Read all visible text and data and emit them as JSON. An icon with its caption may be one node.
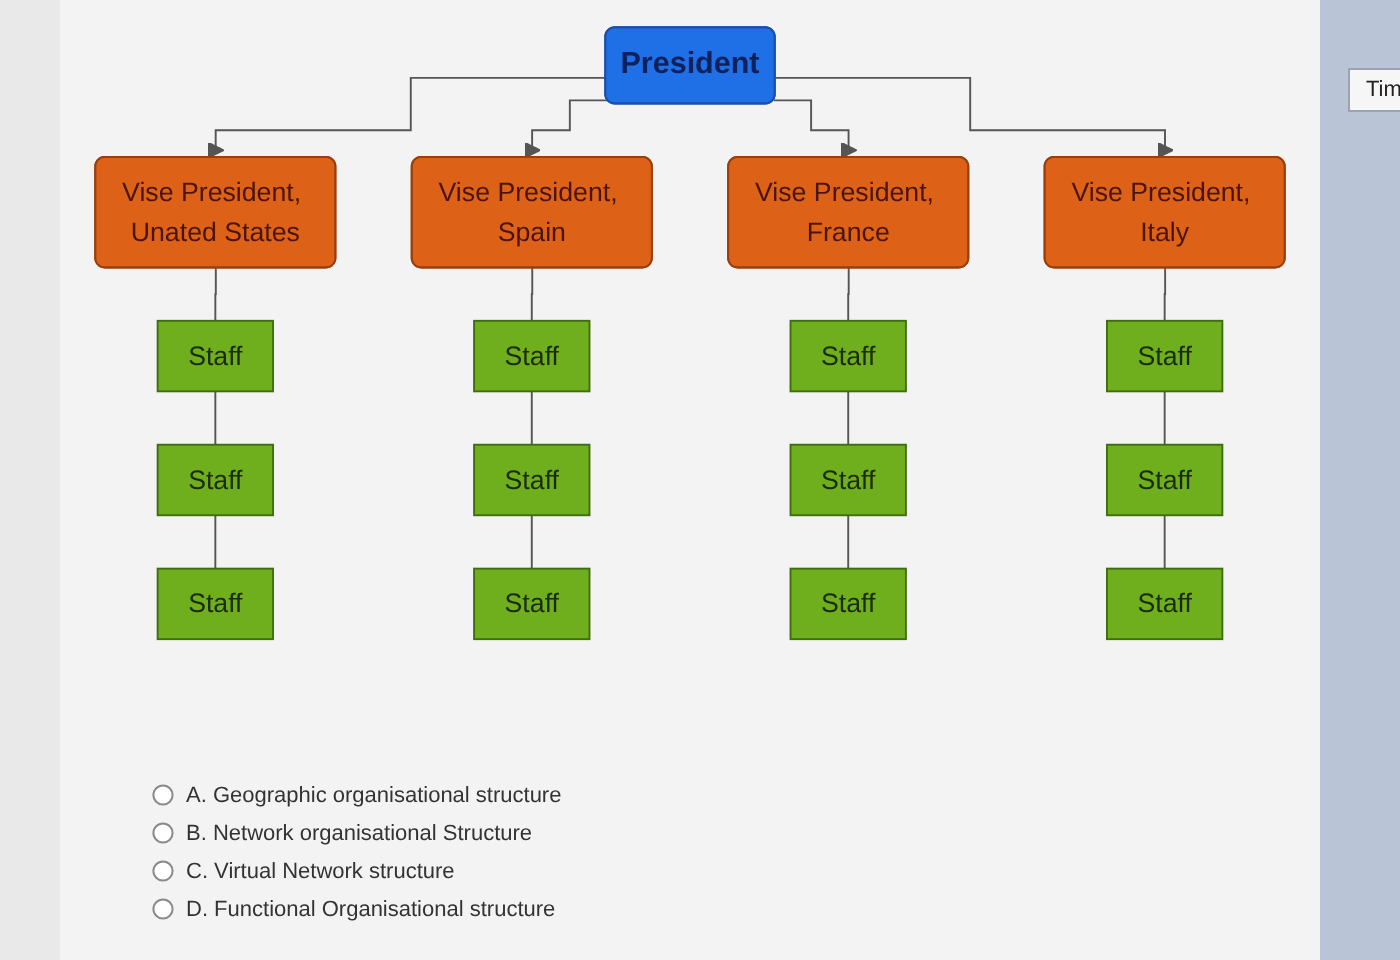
{
  "diagram": {
    "nodes": [
      {
        "text": [
          "President"
        ]
      },
      {
        "text": [
          "Vise President, Unated States"
        ]
      },
      {
        "text": [
          "Vise President, Spain"
        ]
      },
      {
        "text": [
          "Vise President, France"
        ]
      },
      {
        "text": [
          "Vise President, Italy"
        ]
      },
      {
        "text": [
          "Staff"
        ]
      },
      {
        "text": [
          "Staff"
        ]
      },
      {
        "text": [
          "Staff"
        ]
      },
      {
        "text": [
          "Staff"
        ]
      },
      {
        "text": [
          "Staff"
        ]
      },
      {
        "text": [
          "Staff"
        ]
      },
      {
        "text": [
          "Staff"
        ]
      },
      {
        "text": [
          "Staff"
        ]
      },
      {
        "text": [
          "Staff"
        ]
      },
      {
        "text": [
          "Staff"
        ]
      },
      {
        "text": [
          "Staff"
        ]
      },
      {
        "text": [
          "Staff"
        ]
      }
    ],
    "edges": [
      {
        "from": 0,
        "to": 1,
        "arrow": "to"
      },
      {
        "from": 0,
        "to": 2,
        "arrow": "to"
      },
      {
        "from": 0,
        "to": 3,
        "arrow": "to"
      },
      {
        "from": 0,
        "to": 4,
        "arrow": "to"
      },
      {
        "from": 1,
        "to": 5,
        "arrow": "none"
      },
      {
        "from": 5,
        "to": 9,
        "arrow": "none"
      },
      {
        "from": 9,
        "to": 13,
        "arrow": "none"
      },
      {
        "from": 2,
        "to": 6,
        "arrow": "none"
      },
      {
        "from": 6,
        "to": 10,
        "arrow": "none"
      },
      {
        "from": 10,
        "to": 14,
        "arrow": "none"
      },
      {
        "from": 3,
        "to": 7,
        "arrow": "none"
      },
      {
        "from": 7,
        "to": 11,
        "arrow": "none"
      },
      {
        "from": 11,
        "to": 15,
        "arrow": "none"
      },
      {
        "from": 4,
        "to": 8,
        "arrow": "none"
      },
      {
        "from": 8,
        "to": 12,
        "arrow": "none"
      },
      {
        "from": 12,
        "to": 16,
        "arrow": "none"
      }
    ],
    "labels": [
      "Tim",
      "A. Geographic organisational structure",
      "B. Network organisational Structure",
      "C. Virtual Network structure",
      "D. Functional Organisational structure"
    ]
  }
}
